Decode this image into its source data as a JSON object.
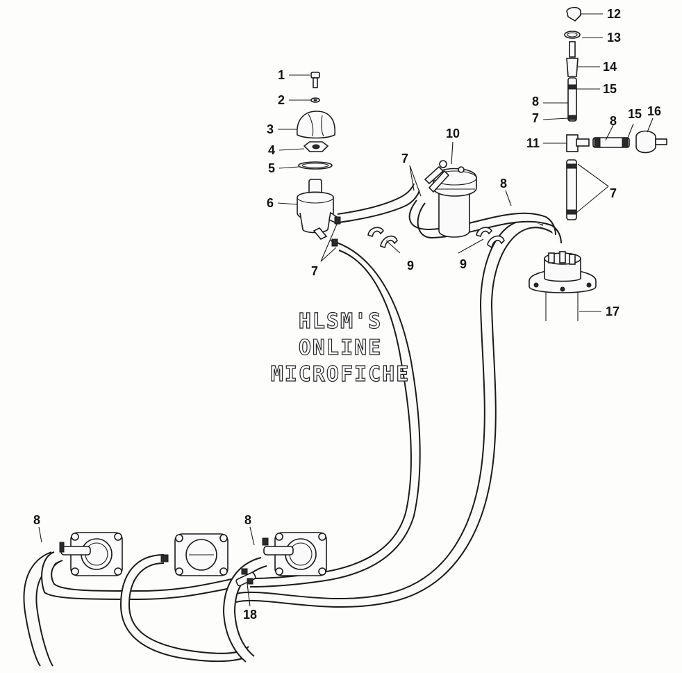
{
  "watermark": {
    "line1": "HLSM'S",
    "line2": "ONLINE",
    "line3": "MICROFICHE"
  },
  "callouts": {
    "c1": "1",
    "c2": "2",
    "c3": "3",
    "c4": "4",
    "c5": "5",
    "c6": "6",
    "c7a": "7",
    "c7b": "7",
    "c7c": "7",
    "c7d": "7",
    "c8a": "8",
    "c8b": "8",
    "c8c": "8",
    "c8d": "8",
    "c8e": "8",
    "c9a": "9",
    "c9b": "9",
    "c10": "10",
    "c11": "11",
    "c12": "12",
    "c13": "13",
    "c14": "14",
    "c15a": "15",
    "c15b": "15",
    "c16": "16",
    "c17": "17",
    "c18": "18"
  }
}
